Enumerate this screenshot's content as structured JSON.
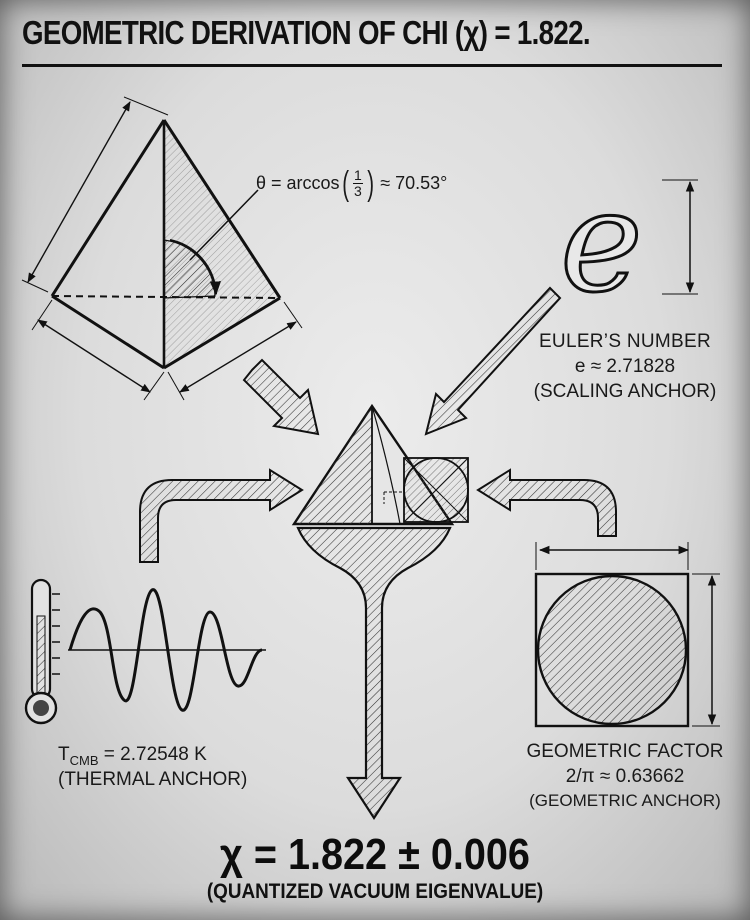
{
  "title": "GEOMETRIC DERIVATION OF CHI (χ) = 1.822.",
  "tetrahedron": {
    "angle_prefix": "θ = arccos",
    "angle_numerator": "1",
    "angle_denominator": "3",
    "angle_suffix": "≈ 70.53°"
  },
  "euler": {
    "symbol": "e",
    "name": "EULER’S NUMBER",
    "value": "e ≈ 2.71828",
    "role": "(SCALING ANCHOR)"
  },
  "thermal": {
    "symbol": "T",
    "subscript": "CMB",
    "value": "= 2.72548 K",
    "role": "(THERMAL ANCHOR)"
  },
  "geometric": {
    "name": "GEOMETRIC FACTOR",
    "value": "2/π ≈ 0.63662",
    "role": "(GEOMETRIC ANCHOR)"
  },
  "result": {
    "equation": "χ = 1.822 ± 0.006",
    "caption": "(QUANTIZED VACUUM EIGENVALUE)"
  },
  "colors": {
    "ink": "#111111",
    "paper": "#e2e2e2"
  }
}
